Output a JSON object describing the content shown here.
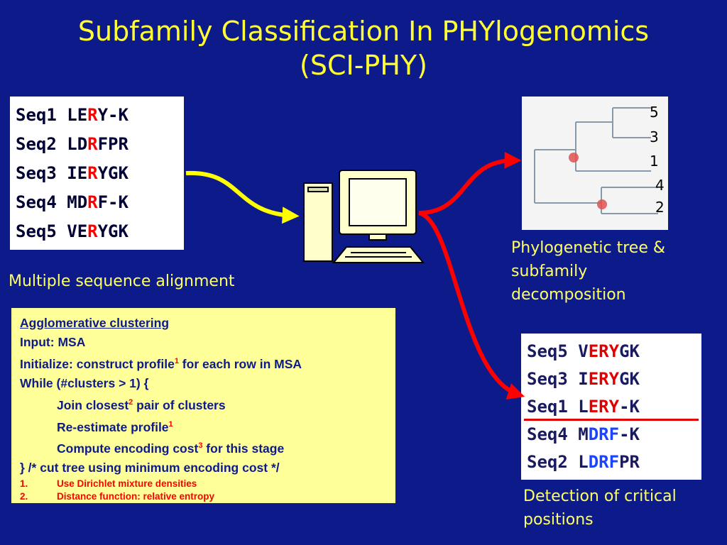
{
  "title": {
    "line1": "Subfamily Classification In PHYlogenomics",
    "line2": "(SCI-PHY)"
  },
  "msa": {
    "rows": [
      {
        "name": "Seq1",
        "pre": "LE",
        "mid": "R",
        "post": "Y-K"
      },
      {
        "name": "Seq2",
        "pre": "LD",
        "mid": "R",
        "post": "FPR"
      },
      {
        "name": "Seq3",
        "pre": "IE",
        "mid": "R",
        "post": "YGK"
      },
      {
        "name": "Seq4",
        "pre": "MD",
        "mid": "R",
        "post": "F-K"
      },
      {
        "name": "Seq5",
        "pre": "VE",
        "mid": "R",
        "post": "YGK"
      }
    ],
    "caption": "Multiple sequence alignment"
  },
  "algorithm": {
    "heading": "Agglomerative clustering",
    "input": "Input: MSA",
    "init_pre": "Initialize: construct profile",
    "init_sup": "1",
    "init_post": " for each row in MSA",
    "while": "While (#clusters > 1)  {",
    "join_pre": "Join closest",
    "join_sup": "2",
    "join_post": " pair of clusters",
    "reest_pre": "Re-estimate profile",
    "reest_sup": "1",
    "compute_pre": "Compute encoding cost",
    "compute_sup": "3",
    "compute_post": " for this stage",
    "close": "}  /* cut tree using minimum encoding cost */",
    "footnotes": [
      {
        "num": "1.",
        "text": "Use Dirichlet mixture densities"
      },
      {
        "num": "2.",
        "text": "Distance function: relative entropy"
      }
    ]
  },
  "tree": {
    "leaves": [
      "5",
      "3",
      "1",
      "4",
      "2"
    ],
    "caption_lines": [
      "Phylogenetic tree  &",
      "subfamily",
      "decomposition"
    ]
  },
  "result": {
    "rows": [
      {
        "name": "Seq5",
        "segments": [
          [
            "V",
            "n"
          ],
          [
            "E",
            "r"
          ],
          [
            "R",
            "r"
          ],
          [
            "Y",
            "r"
          ],
          [
            "G",
            "n"
          ],
          [
            "K",
            "n"
          ]
        ]
      },
      {
        "name": "Seq3",
        "segments": [
          [
            "I",
            "n"
          ],
          [
            "E",
            "r"
          ],
          [
            "R",
            "r"
          ],
          [
            "Y",
            "r"
          ],
          [
            "G",
            "n"
          ],
          [
            "K",
            "n"
          ]
        ]
      },
      {
        "name": "Seq1",
        "segments": [
          [
            "L",
            "n"
          ],
          [
            "E",
            "r"
          ],
          [
            "R",
            "r"
          ],
          [
            "Y",
            "r"
          ],
          [
            "-",
            "n"
          ],
          [
            "K",
            "n"
          ]
        ]
      },
      {
        "name": "Seq4",
        "segments": [
          [
            "M",
            "n"
          ],
          [
            "D",
            "b"
          ],
          [
            "R",
            "b"
          ],
          [
            "F",
            "b"
          ],
          [
            "-",
            "n"
          ],
          [
            "K",
            "n"
          ]
        ]
      },
      {
        "name": "Seq2",
        "segments": [
          [
            "L",
            "n"
          ],
          [
            "D",
            "b"
          ],
          [
            "R",
            "b"
          ],
          [
            "F",
            "b"
          ],
          [
            "P",
            "n"
          ],
          [
            "R",
            "n"
          ]
        ]
      }
    ],
    "caption_lines": [
      "Detection of critical",
      "positions"
    ]
  },
  "colors": {
    "background": "#0d1a8a",
    "title": "#ffff33",
    "arrow_red": "#ff0000",
    "arrow_yellow": "#ffff00",
    "computer": "#ffffcc"
  }
}
